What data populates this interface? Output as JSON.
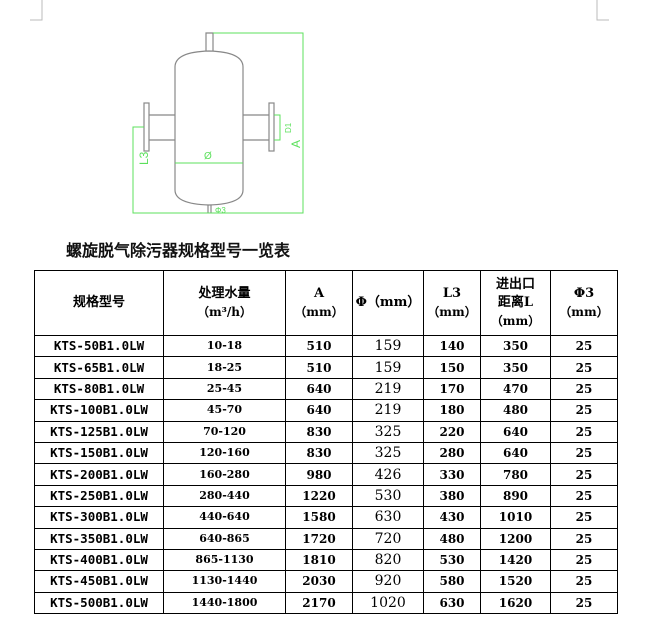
{
  "drawing_labels": {
    "diameter": "Ø",
    "l3": "L3",
    "a": "A",
    "d1": "D1",
    "phi3": "Φ3"
  },
  "title": "螺旋脱气除污器规格型号一览表",
  "headers": [
    {
      "line1": "规格型号",
      "line2": ""
    },
    {
      "line1": "处理水量",
      "line2": "（m³/h）"
    },
    {
      "line1": "A",
      "line2": "（mm）"
    },
    {
      "line1": "Φ（mm）",
      "line2": ""
    },
    {
      "line1": "L3",
      "line2": "（mm）"
    },
    {
      "line1": "进出口",
      "line2": "距离L",
      "line3": "（mm）"
    },
    {
      "line1": "Φ3",
      "line2": "（mm）"
    }
  ],
  "rows": [
    [
      "KTS-50B1.0LW",
      "10-18",
      "510",
      "159",
      "140",
      "350",
      "25"
    ],
    [
      "KTS-65B1.0LW",
      "18-25",
      "510",
      "159",
      "150",
      "350",
      "25"
    ],
    [
      "KTS-80B1.0LW",
      "25-45",
      "640",
      "219",
      "170",
      "470",
      "25"
    ],
    [
      "KTS-100B1.0LW",
      "45-70",
      "640",
      "219",
      "180",
      "480",
      "25"
    ],
    [
      "KTS-125B1.0LW",
      "70-120",
      "830",
      "325",
      "220",
      "640",
      "25"
    ],
    [
      "KTS-150B1.0LW",
      "120-160",
      "830",
      "325",
      "280",
      "640",
      "25"
    ],
    [
      "KTS-200B1.0LW",
      "160-280",
      "980",
      "426",
      "330",
      "780",
      "25"
    ],
    [
      "KTS-250B1.0LW",
      "280-440",
      "1220",
      "530",
      "380",
      "890",
      "25"
    ],
    [
      "KTS-300B1.0LW",
      "440-640",
      "1580",
      "630",
      "430",
      "1010",
      "25"
    ],
    [
      "KTS-350B1.0LW",
      "640-865",
      "1720",
      "720",
      "480",
      "1200",
      "25"
    ],
    [
      "KTS-400B1.0LW",
      "865-1130",
      "1810",
      "820",
      "530",
      "1420",
      "25"
    ],
    [
      "KTS-450B1.0LW",
      "1130-1440",
      "2030",
      "920",
      "580",
      "1520",
      "25"
    ],
    [
      "KTS-500B1.0LW",
      "1440-1800",
      "2170",
      "1020",
      "630",
      "1620",
      "25"
    ]
  ]
}
